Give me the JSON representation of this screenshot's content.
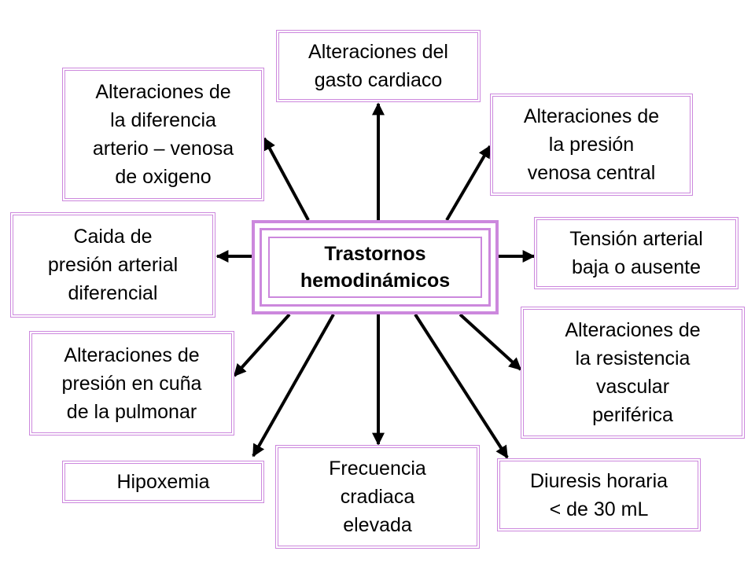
{
  "colors": {
    "border": "#cc88dd",
    "arrow": "#000000",
    "background": "#ffffff"
  },
  "center": {
    "lines": [
      "Trastornos",
      "hemodinámicos"
    ]
  },
  "nodes": {
    "gasto_cardiaco": {
      "lines": [
        "Alteraciones del",
        "gasto cardiaco"
      ]
    },
    "diferencia_av": {
      "lines": [
        "Alteraciones de",
        "la diferencia",
        "arterio – venosa",
        "de oxigeno"
      ]
    },
    "presion_venosa": {
      "lines": [
        "Alteraciones de",
        "la presión",
        "venosa central"
      ]
    },
    "presion_diferencial": {
      "lines": [
        "Caida de",
        "presión arterial",
        "diferencial"
      ]
    },
    "tension_arterial": {
      "lines": [
        "Tensión arterial",
        "baja o ausente"
      ]
    },
    "presion_cuna": {
      "lines": [
        "Alteraciones de",
        "presión en cuña",
        "de la pulmonar"
      ]
    },
    "resistencia_vascular": {
      "lines": [
        "Alteraciones de",
        "la resistencia",
        "vascular",
        "periférica"
      ]
    },
    "hipoxemia": {
      "lines": [
        "Hipoxemia"
      ]
    },
    "frecuencia_cardiaca": {
      "lines": [
        "Frecuencia",
        "cradiaca",
        "elevada"
      ]
    },
    "diuresis": {
      "lines": [
        "Diuresis horaria",
        "< de 30 mL"
      ]
    }
  }
}
